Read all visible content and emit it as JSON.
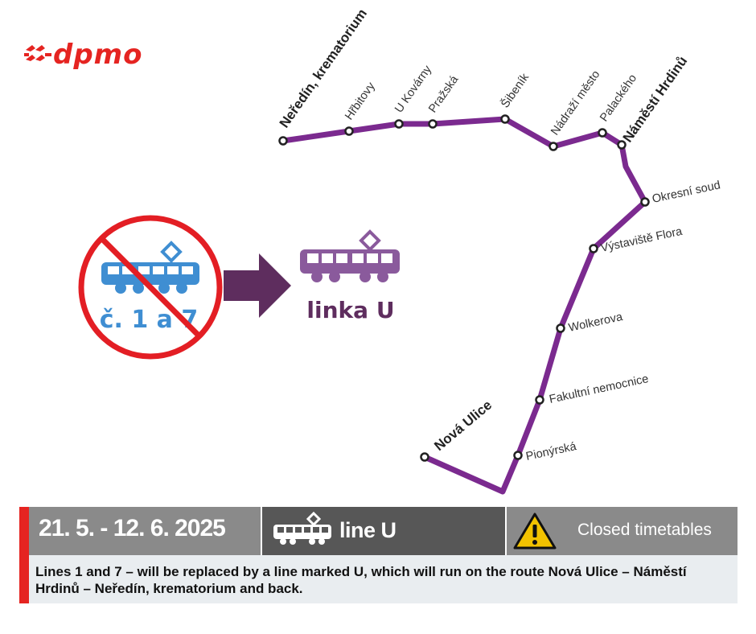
{
  "logo": {
    "text": "dpmo",
    "color": "#e52421"
  },
  "colors": {
    "route": "#7b2a8f",
    "tram_old": "#3f8ed2",
    "tram_new": "#8a5a9c",
    "prohibition": "#e31e24",
    "arrow": "#5e2d5e",
    "accent_bar": "#e52421"
  },
  "replacement": {
    "old_lines_label": "č. 1 a 7",
    "new_line_label": "linka U"
  },
  "route": {
    "stops": [
      {
        "name": "Neředín, krematorium",
        "major": true
      },
      {
        "name": "Hřbitovy",
        "major": false
      },
      {
        "name": "U Kovárny",
        "major": false
      },
      {
        "name": "Pražská",
        "major": false
      },
      {
        "name": "Šibeník",
        "major": false
      },
      {
        "name": "Nádraží město",
        "major": false
      },
      {
        "name": "Palackého",
        "major": false
      },
      {
        "name": "Náměstí Hrdinů",
        "major": true
      },
      {
        "name": "Okresní soud",
        "major": false
      },
      {
        "name": "Výstaviště Flora",
        "major": false
      },
      {
        "name": "Wolkerova",
        "major": false
      },
      {
        "name": "Fakultní nemocnice",
        "major": false
      },
      {
        "name": "Pionýrská",
        "major": false
      },
      {
        "name": "Nová Ulice",
        "major": true
      }
    ]
  },
  "infobar": {
    "dates": "21. 5. - 12. 6. 2025",
    "line": "line U",
    "warning_icon": "warning-triangle-icon",
    "timetable_status": "Closed timetables",
    "description": "Lines 1 and 7 – will be replaced by a line marked U, which will run on the route Nová Ulice – Náměstí Hrdinů – Neředín, krematorium and back."
  }
}
